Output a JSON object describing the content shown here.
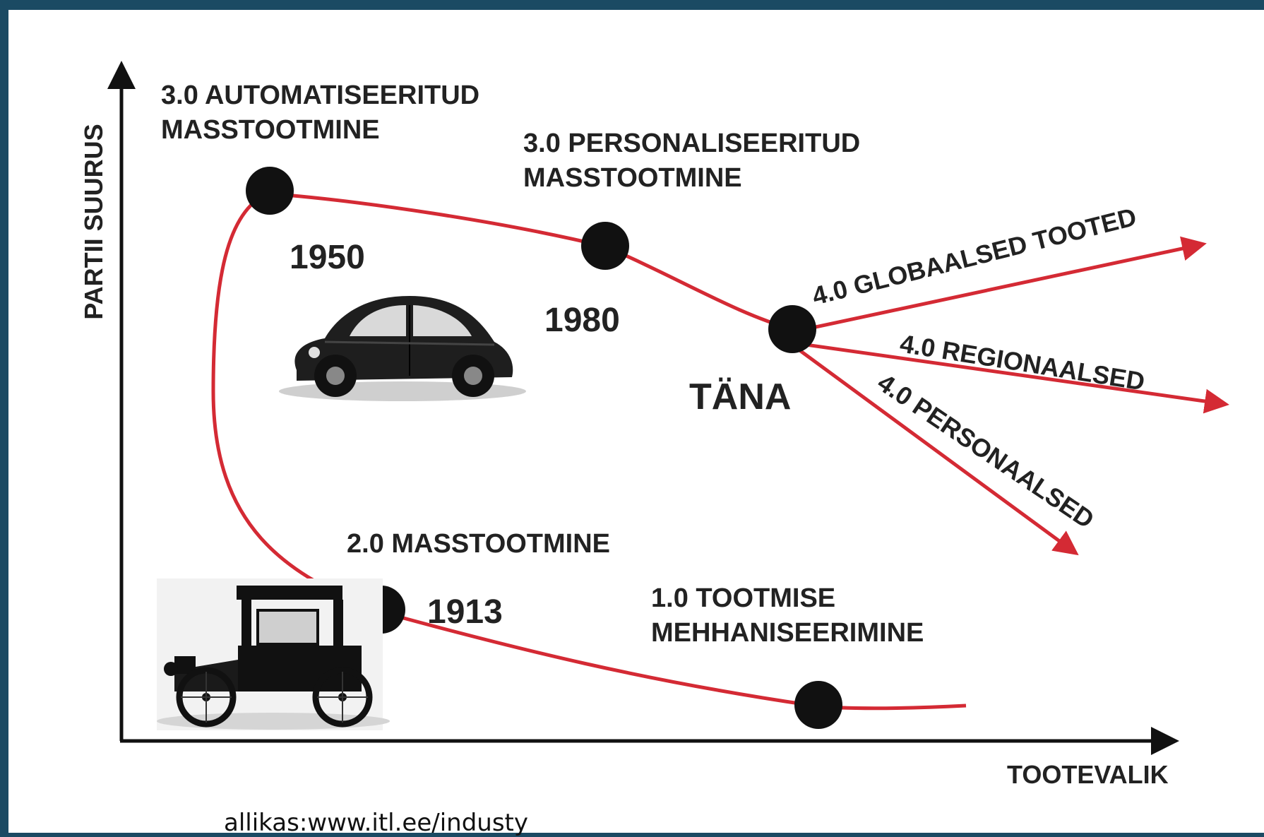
{
  "axes": {
    "y_label": "PARTII SUURUS",
    "x_label": "TOOTEVALIK"
  },
  "stages": {
    "mechanisation": {
      "line1": "1.0 TOOTMISE",
      "line2": "MEHHANISEERIMINE"
    },
    "mass_production": {
      "label": "2.0 MASSTOOTMINE",
      "year": "1913"
    },
    "automated_mass": {
      "line1": "3.0 AUTOMATISEERITUD",
      "line2": "MASSTOOTMINE",
      "year": "1950"
    },
    "personalised_mass": {
      "line1": "3.0 PERSONALISEERITUD",
      "line2": "MASSTOOTMINE",
      "year": "1980"
    },
    "today": {
      "label": "TÄNA"
    }
  },
  "branches": {
    "global": "4.0 GLOBAALSED TOOTED",
    "regional": "4.0 REGIONAALSED",
    "personal": "4.0 PERSONAALSED"
  },
  "images": {
    "model_t": "model-t-car-icon",
    "beetle": "vw-beetle-car-icon"
  },
  "colors": {
    "curve": "#d42a34",
    "axes": "#111111",
    "dots": "#111111",
    "frame": "#1b4a63"
  },
  "source": "allikas:www.itl.ee/industy"
}
